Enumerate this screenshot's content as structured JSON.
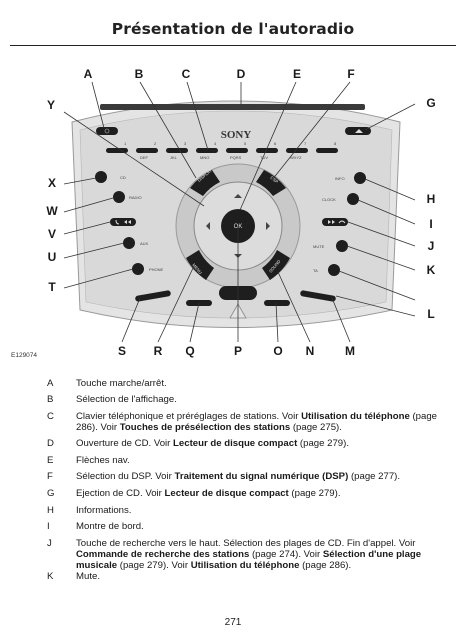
{
  "page": {
    "title": "Présentation de l'autoradio",
    "figure_id": "E129074",
    "page_number": "271"
  },
  "figure": {
    "brand": "SONY",
    "callouts_top": [
      "A",
      "B",
      "C",
      "D",
      "E",
      "F"
    ],
    "callouts_left": [
      "Y",
      "X",
      "W",
      "V",
      "U",
      "T"
    ],
    "callouts_right": [
      "G",
      "H",
      "I",
      "J",
      "K",
      "L"
    ],
    "callouts_bottom": [
      "S",
      "R",
      "Q",
      "P",
      "O",
      "N",
      "M"
    ],
    "button_labels": {
      "cd": "CD",
      "radio": "RADIO",
      "aux": "AUX",
      "phone": "PHONE",
      "info": "INFO",
      "clock": "CLOCK",
      "mute": "MUTE",
      "ta": "TA",
      "ok": "OK",
      "display": "DISPLAY",
      "dsp": "DSP",
      "menu": "MENU",
      "sound": "SOUND",
      "presets": [
        "1",
        "2",
        "3",
        "4",
        "5",
        "6",
        "7",
        "8",
        "9",
        "0"
      ],
      "preset_sub": [
        "",
        "DEF",
        "JKL",
        "MNO",
        "PQRS",
        "TUV",
        "WXYZ",
        "",
        "",
        ""
      ]
    },
    "key_colors": {
      "body": "#d6d6d6",
      "button": "#1e1e1e",
      "accent": "#c0c0c0"
    }
  },
  "legend": [
    {
      "letter": "A",
      "parts": [
        {
          "t": "Touche marche/arrêt.",
          "b": false
        }
      ]
    },
    {
      "letter": "B",
      "parts": [
        {
          "t": "Sélection de l'affichage.",
          "b": false
        }
      ]
    },
    {
      "letter": "C",
      "parts": [
        {
          "t": "Clavier téléphonique et préréglages de stations. Voir ",
          "b": false
        },
        {
          "t": "Utilisation du téléphone",
          "b": true
        },
        {
          "t": " (page 286). Voir ",
          "b": false
        },
        {
          "t": "Touches de présélection des stations",
          "b": true
        },
        {
          "t": " (page 275).",
          "b": false
        }
      ]
    },
    {
      "letter": "D",
      "parts": [
        {
          "t": "Ouverture de CD. Voir ",
          "b": false
        },
        {
          "t": "Lecteur de disque compact",
          "b": true
        },
        {
          "t": " (page 279).",
          "b": false
        }
      ]
    },
    {
      "letter": "E",
      "parts": [
        {
          "t": "Flèches nav.",
          "b": false
        }
      ]
    },
    {
      "letter": "F",
      "parts": [
        {
          "t": "Sélection du DSP. Voir ",
          "b": false
        },
        {
          "t": "Traitement du signal numérique (DSP)",
          "b": true
        },
        {
          "t": " (page 277).",
          "b": false
        }
      ]
    },
    {
      "letter": "G",
      "parts": [
        {
          "t": "Ejection de CD. Voir ",
          "b": false
        },
        {
          "t": "Lecteur de disque compact",
          "b": true
        },
        {
          "t": " (page 279).",
          "b": false
        }
      ]
    },
    {
      "letter": "H",
      "parts": [
        {
          "t": "Informations.",
          "b": false
        }
      ]
    },
    {
      "letter": "I",
      "parts": [
        {
          "t": "Montre de bord.",
          "b": false
        }
      ]
    },
    {
      "letter": "J",
      "parts": [
        {
          "t": "Touche de recherche vers le haut. Sélection des plages de CD. Fin d'appel. Voir ",
          "b": false
        },
        {
          "t": "Commande de recherche des stations",
          "b": true
        },
        {
          "t": " (page 274). Voir ",
          "b": false
        },
        {
          "t": "Sélection d'une plage musicale",
          "b": true
        },
        {
          "t": " (page 279). Voir ",
          "b": false
        },
        {
          "t": "Utilisation du téléphone",
          "b": true
        },
        {
          "t": " (page 286).",
          "b": false
        }
      ]
    },
    {
      "letter": "K",
      "parts": [
        {
          "t": "Mute.",
          "b": false
        }
      ]
    }
  ]
}
